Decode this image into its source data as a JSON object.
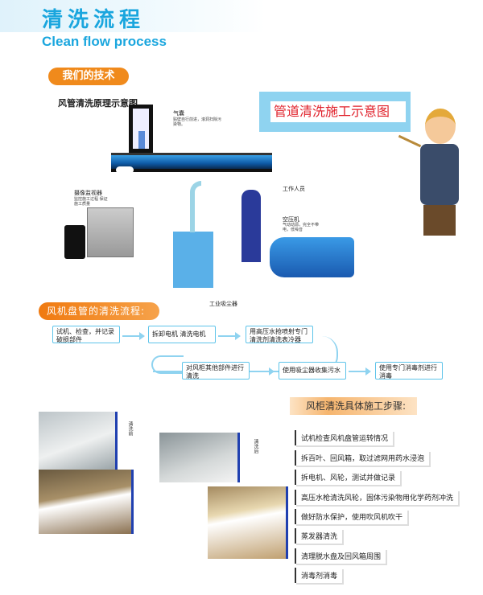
{
  "header": {
    "title_cn": "清洗流程",
    "title_en": "Clean flow process"
  },
  "section1": {
    "label": "我们的技术",
    "diagram_title": "风管清洗原理示意图",
    "banner": "管道清洗施工示意图",
    "labels": {
      "airbag": "气囊",
      "airbag_desc": "贴壁自行前进，滚洞扫除污染物。",
      "camera": "摄像监视器",
      "camera_desc": "监控施工过程 保证施工质量",
      "worker": "工作人员",
      "compressor": "空压机",
      "compressor_desc": "气动动源，完全不带电，低噪音",
      "collector": "工业吸尘器"
    }
  },
  "section2": {
    "label": "风机盘管的清洗流程:",
    "steps": [
      "试机、检查，并记录破损部件",
      "拆卸电机 清洗电机",
      "用高压水抢喷射专门清洗剂清洗表冷器",
      "对风柜其他部件进行清洗",
      "使用吸尘器收集污水",
      "使用专门消毒剂进行消毒"
    ]
  },
  "section3": {
    "label": "风柜清洗具体施工步骤:",
    "before": "清洗前",
    "after": "清洗后",
    "steps": [
      "试机检查风机盘管运转情况",
      "拆百叶、回风箱，取过滤网用药水浸泡",
      "拆电机、风轮，测试并做记录",
      "高压水枪清洗风轮，固体污染物用化学药剂冲洗",
      "做好防水保护，使用吹风机吹干",
      "蒸发器清洗",
      "清理脱水盘及回风箱周围",
      "消毒剂消毒"
    ]
  }
}
